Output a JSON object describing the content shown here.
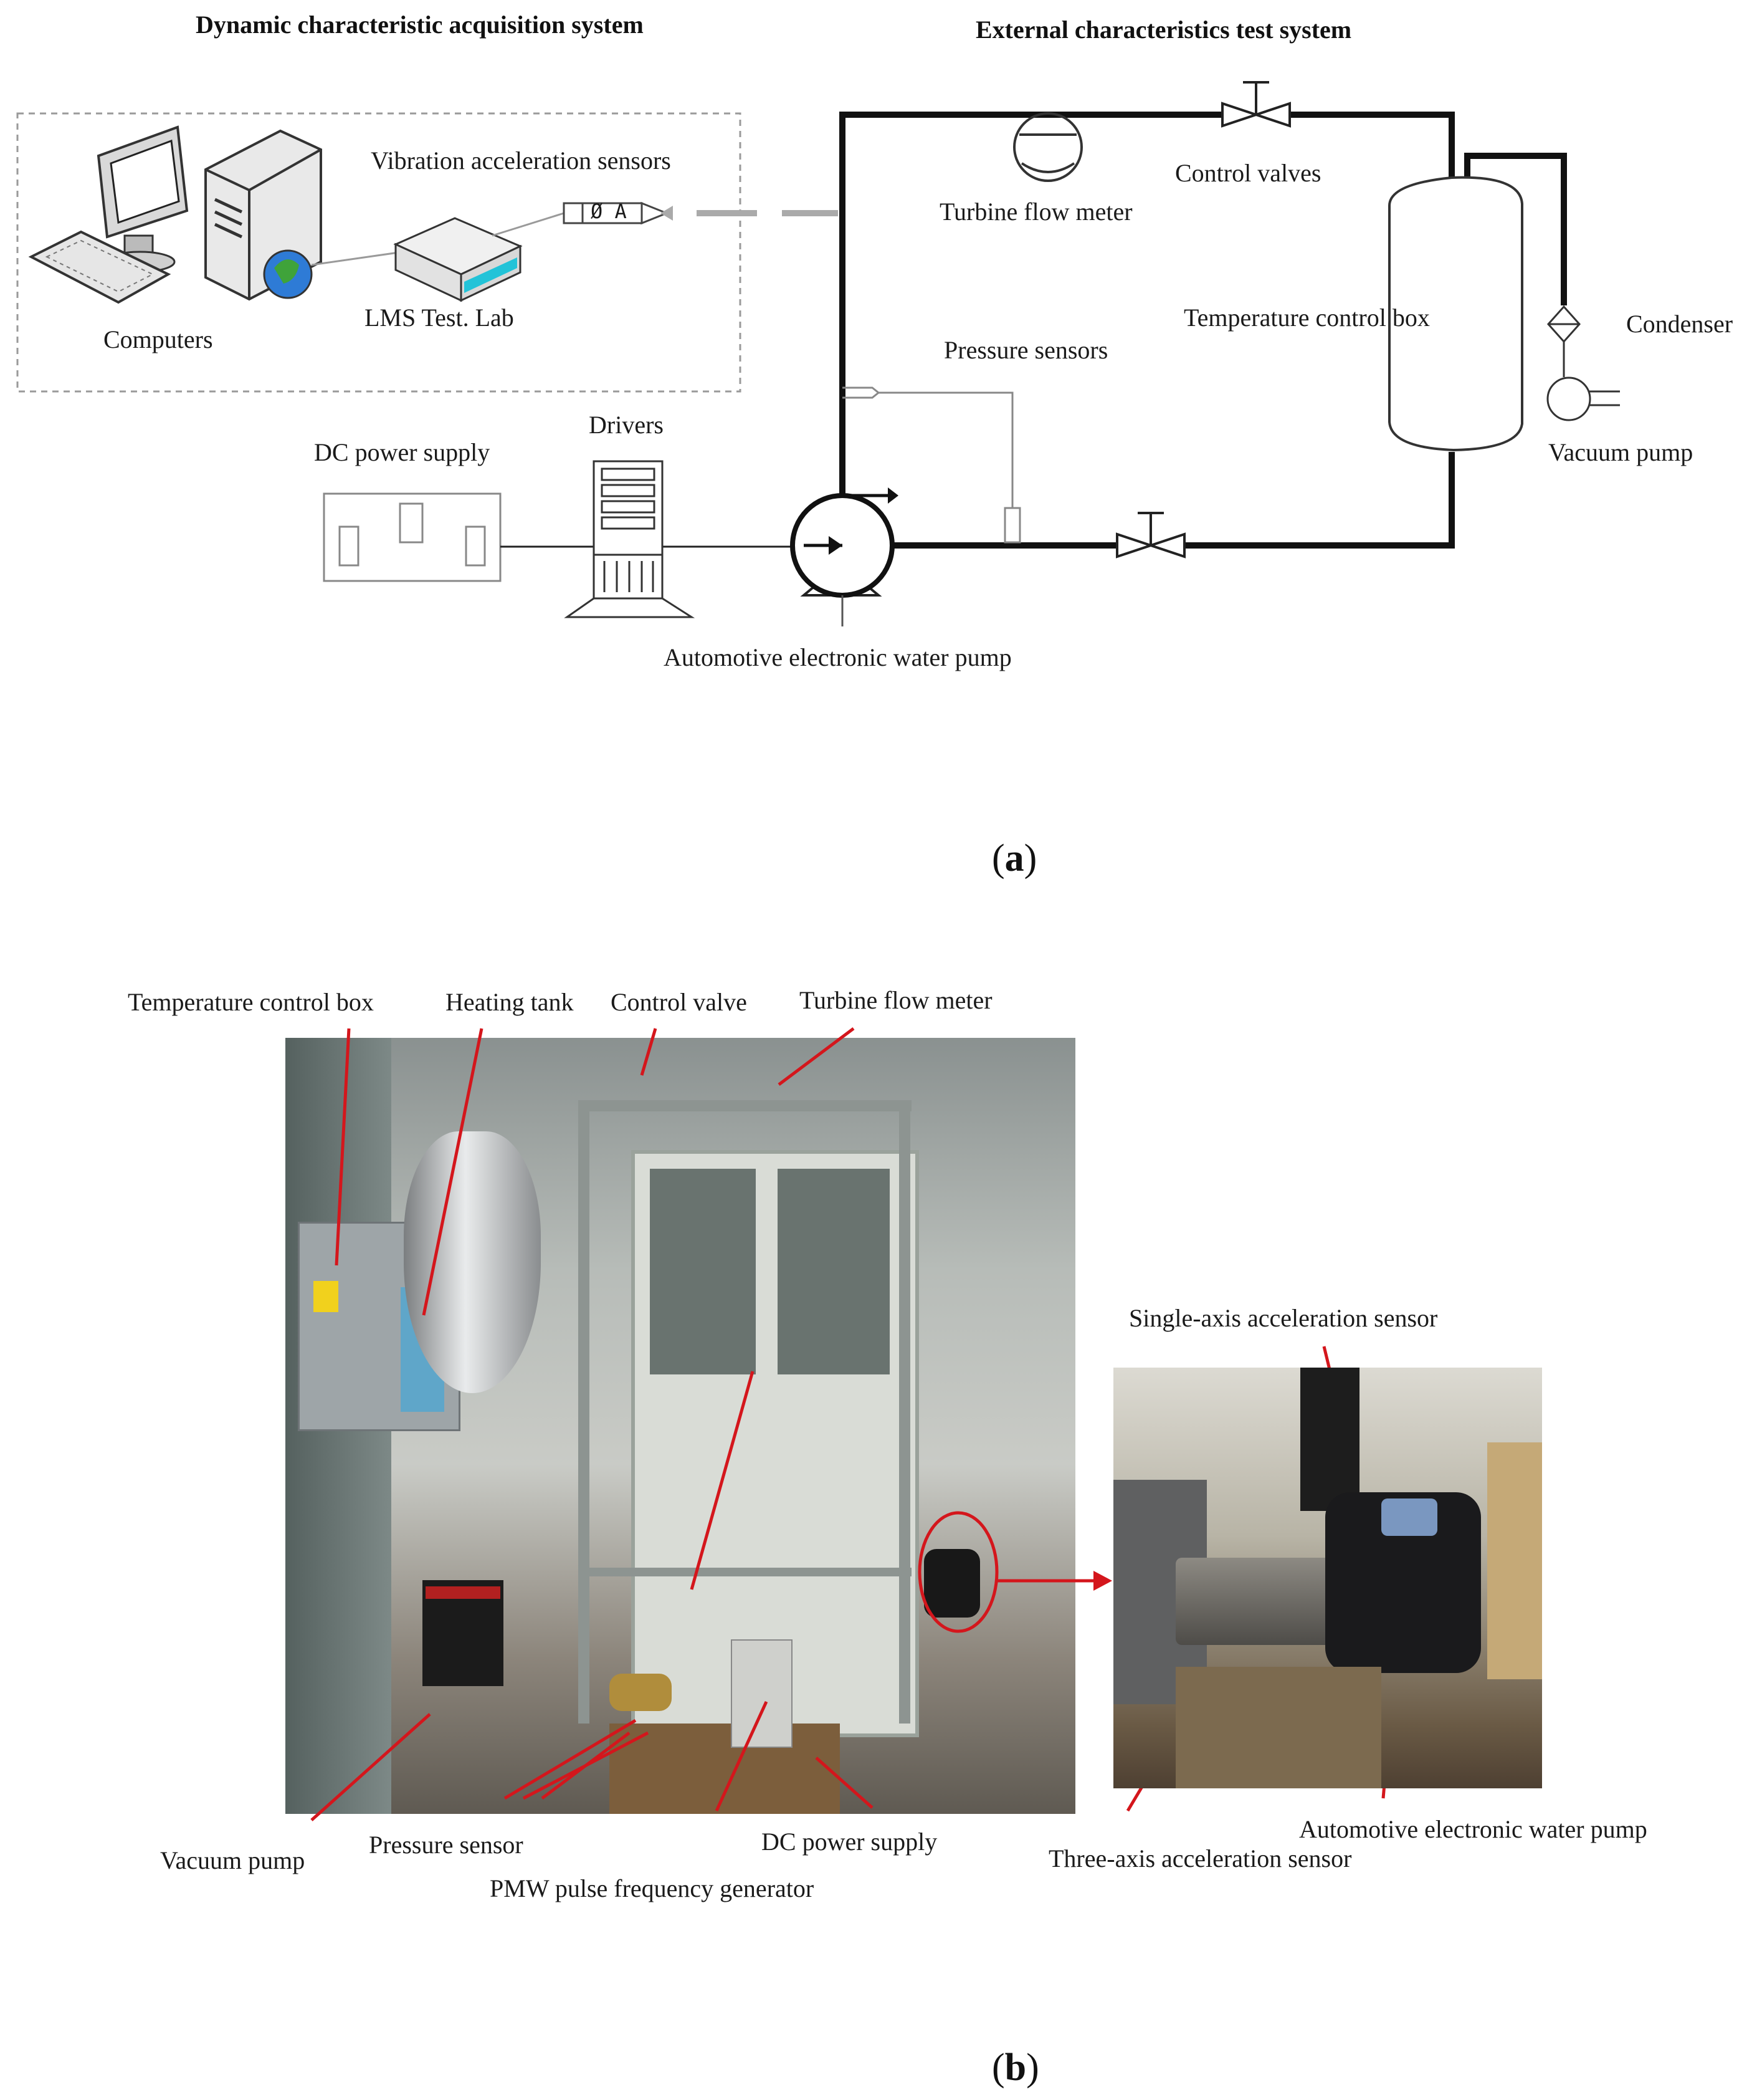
{
  "panel_a": {
    "left_title": "Dynamic characteristic acquisition system",
    "right_title": "External characteristics test system",
    "labels": {
      "vibration_sensors": "Vibration acceleration sensors",
      "computers": "Computers",
      "lms": "LMS Test. Lab",
      "sensor_text": "Ø A",
      "turbine_flow_meter": "Turbine flow meter",
      "control_valves": "Control valves",
      "temperature_control_box": "Temperature control box",
      "condenser": "Condenser",
      "pressure_sensors": "Pressure sensors",
      "vacuum_pump": "Vacuum pump",
      "dc_power_supply": "DC power supply",
      "drivers": "Drivers",
      "pump": "Automotive electronic water pump"
    },
    "caption_letter": "a"
  },
  "panel_b": {
    "labels": {
      "temperature_control_box": "Temperature control box",
      "heating_tank": "Heating tank",
      "control_valve": "Control valve",
      "turbine_flow_meter": "Turbine flow meter",
      "single_axis": "Single-axis acceleration sensor",
      "vacuum_pump": "Vacuum pump",
      "pressure_sensor": "Pressure sensor",
      "dc_power_supply": "DC power supply",
      "pmw": "PMW pulse frequency generator",
      "pump": "Automotive electronic water pump",
      "three_axis": "Three-axis acceleration sensor"
    },
    "caption_letter": "b"
  },
  "colors": {
    "line": "#111111",
    "accent_red": "#d4161c",
    "sensor_cyan": "#22c3d8"
  }
}
